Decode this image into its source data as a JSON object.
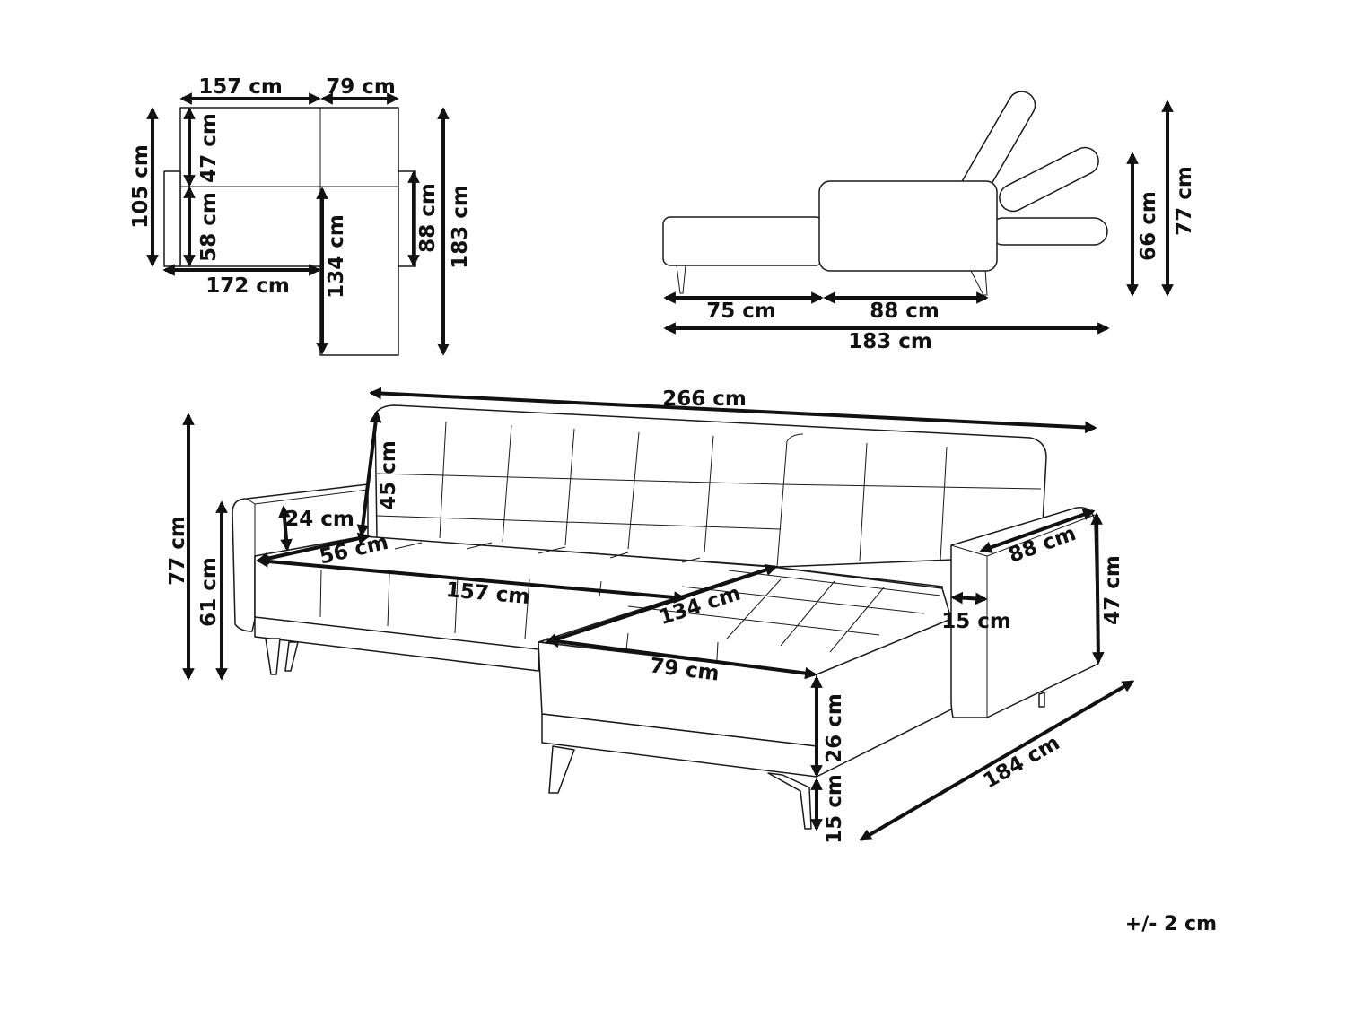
{
  "top_view": {
    "width_main": "157 cm",
    "width_chaise": "79 cm",
    "depth_total_left": "105 cm",
    "seat_back": "47 cm",
    "seat_depth": "58 cm",
    "width_total": "172 cm",
    "chaise_length": "134 cm",
    "chaise_arm": "88 cm",
    "length_total": "183 cm"
  },
  "side_view": {
    "seat_part": "75 cm",
    "back_part": "88 cm",
    "total_length": "183 cm",
    "height_bed": "66 cm",
    "height_total": "77 cm"
  },
  "main_view": {
    "total_width": "266 cm",
    "back_height": "45 cm",
    "arm_height": "24 cm",
    "seat_depth": "56 cm",
    "seat_width": "157 cm",
    "chaise_length": "134 cm",
    "arm_length": "88 cm",
    "arm_width": "15 cm",
    "arm_total_height": "47 cm",
    "chaise_width": "79 cm",
    "seat_height_front": "26 cm",
    "leg_height": "15 cm",
    "total_length": "184 cm",
    "total_height": "77 cm",
    "seat_height": "61 cm"
  },
  "tolerance": "+/- 2 cm"
}
